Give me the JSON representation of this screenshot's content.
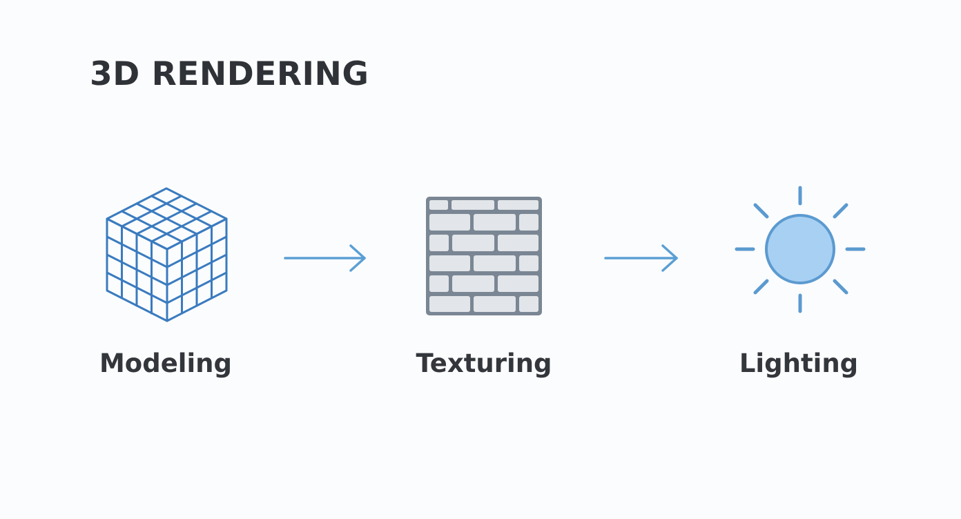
{
  "title": "3D RENDERING",
  "stages": [
    {
      "label": "Modeling",
      "icon": "wireframe-cube-icon"
    },
    {
      "label": "Texturing",
      "icon": "brick-wall-icon"
    },
    {
      "label": "Lighting",
      "icon": "sun-icon"
    }
  ],
  "colors": {
    "title": "#2f3237",
    "cube": "#3a7bbf",
    "arrow": "#5a9fd4",
    "brick_fill": "#e2e5e9",
    "brick_stroke": "#7a8694",
    "sun_fill": "#a7d0f3",
    "sun_stroke": "#5b9ad0"
  }
}
